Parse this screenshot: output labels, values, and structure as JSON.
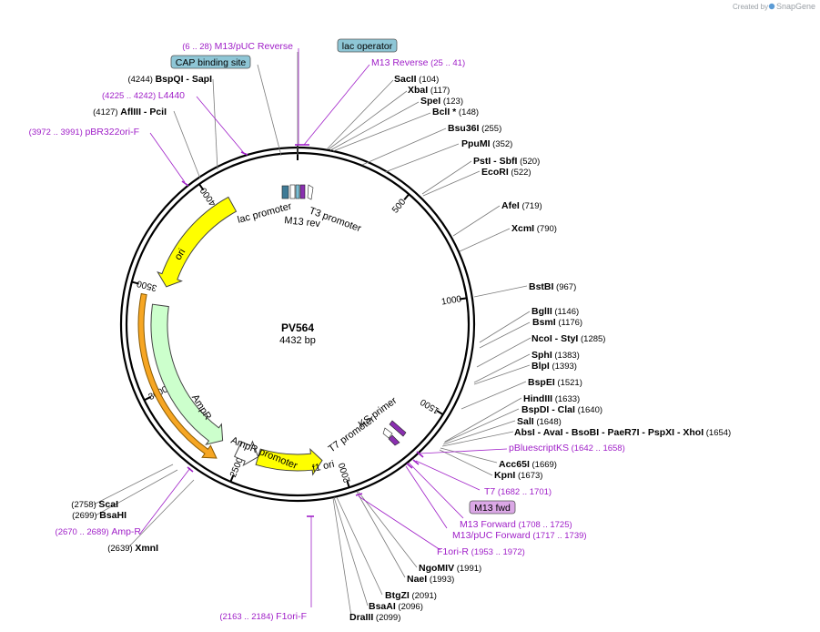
{
  "plasmid": {
    "name": "PV564",
    "length_label": "4432 bp",
    "length": 4432
  },
  "credit": {
    "text": "Created by",
    "brand": "SnapGene"
  },
  "ticks": [
    {
      "label": "500",
      "pos": 500
    },
    {
      "label": "1000",
      "pos": 1000
    },
    {
      "label": "1500",
      "pos": 1500
    },
    {
      "label": "2000",
      "pos": 2000
    },
    {
      "label": "2500",
      "pos": 2500
    },
    {
      "label": "3000",
      "pos": 3000
    },
    {
      "label": "3500",
      "pos": 3500
    },
    {
      "label": "4000",
      "pos": 4000
    }
  ],
  "features": [
    {
      "name": "ori",
      "start": 3520,
      "end": 4080,
      "color": "#ffff00",
      "direction": "reverse",
      "label": "ori"
    },
    {
      "name": "AmpR",
      "start": 2620,
      "end": 3420,
      "color": "#ccffcc",
      "direction": "reverse",
      "label": "AmpR"
    },
    {
      "name": "AmpR promoter",
      "start": 2420,
      "end": 2530,
      "color": "#ffffff",
      "direction": "reverse",
      "label": "AmpR promoter"
    },
    {
      "name": "f1 ori",
      "start": 2090,
      "end": 2420,
      "color": "#ffff00",
      "direction": "reverse",
      "label": "f1 ori"
    },
    {
      "name": "lac promoter",
      "start": 4380,
      "end": 4410,
      "color": "#ffffff",
      "direction": "forward",
      "label": "lac promoter"
    },
    {
      "name": "M13 rev",
      "start": 4420,
      "end": 4431,
      "color": "#ffffff",
      "direction": "forward",
      "label": "M13 rev"
    },
    {
      "name": "T3 promoter",
      "start": 60,
      "end": 80,
      "color": "#ffffff",
      "direction": "forward",
      "label": "T3 promoter"
    },
    {
      "name": "KS primer",
      "start": 1700,
      "end": 1720,
      "color": "#ffffff",
      "direction": "forward",
      "label": "KS primer"
    },
    {
      "name": "T7 promoter",
      "start": 1680,
      "end": 1700,
      "color": "#ffffff",
      "direction": "forward",
      "label": "T7 promoter"
    }
  ],
  "ori_highlight": {
    "start": 2600,
    "end": 3460,
    "color": "#f6a623"
  },
  "site_labels": [
    {
      "name": "lac operator",
      "kind": "box",
      "color": "#8ec6d6"
    },
    {
      "name": "CAP binding site",
      "kind": "box",
      "color": "#8ec6d6"
    },
    {
      "name": "M13 fwd",
      "kind": "box",
      "color": "#dba8e6"
    }
  ],
  "enzymes_right": [
    {
      "name": "SacII",
      "pos": "(104)"
    },
    {
      "name": "XbaI",
      "pos": "(117)"
    },
    {
      "name": "SpeI",
      "pos": "(123)"
    },
    {
      "name": "BclI *",
      "pos": "(148)"
    },
    {
      "name": "Bsu36I",
      "pos": "(255)"
    },
    {
      "name": "PpuMI",
      "pos": "(352)"
    },
    {
      "name": "PstI",
      "sep": "- SbfI",
      "pos": "(520)"
    },
    {
      "name": "EcoRI",
      "pos": "(522)"
    },
    {
      "name": "AfeI",
      "pos": "(719)"
    },
    {
      "name": "XcmI",
      "pos": "(790)"
    },
    {
      "name": "BstBI",
      "pos": "(967)"
    },
    {
      "name": "BglII",
      "pos": "(1146)"
    },
    {
      "name": "BsmI",
      "pos": "(1176)"
    },
    {
      "name": "NcoI",
      "sep": "- StyI",
      "pos": "(1285)"
    },
    {
      "name": "SphI",
      "pos": "(1383)"
    },
    {
      "name": "BlpI",
      "pos": "(1393)"
    },
    {
      "name": "BspEI",
      "pos": "(1521)"
    },
    {
      "name": "HindIII",
      "pos": "(1633)"
    },
    {
      "name": "BspDI",
      "sep": "- ClaI",
      "pos": "(1640)"
    },
    {
      "name": "SalI",
      "pos": "(1648)"
    },
    {
      "name": "AbsI",
      "sep": "- AvaI - BsoBI - PaeR7I - PspXI - XhoI",
      "pos": "(1654)"
    },
    {
      "name": "Acc65I",
      "pos": "(1669)"
    },
    {
      "name": "KpnI",
      "pos": "(1673)"
    },
    {
      "name": "NgoMIV",
      "pos": "(1991)"
    },
    {
      "name": "NaeI",
      "pos": "(1993)"
    },
    {
      "name": "BtgZI",
      "pos": "(2091)"
    },
    {
      "name": "BsaAI",
      "pos": "(2096)"
    },
    {
      "name": "DraIII",
      "pos": "(2099)"
    }
  ],
  "enzymes_left": [
    {
      "name": "BspQI",
      "sep": "- SapI",
      "pos": "(4244)"
    },
    {
      "name": "AflIII",
      "sep": "- PciI",
      "pos": "(4127)"
    },
    {
      "name": "ScaI",
      "pos": "(2758)"
    },
    {
      "name": "BsaHI",
      "pos": "(2699)"
    },
    {
      "name": "XmnI",
      "pos": "(2639)"
    }
  ],
  "primers": [
    {
      "name": "M13/pUC Reverse",
      "range": "(6 .. 28)"
    },
    {
      "name": "M13 Reverse",
      "range": "(25 .. 41)"
    },
    {
      "name": "L4440",
      "range": "(4225 .. 4242)"
    },
    {
      "name": "pBR322ori-F",
      "range": "(3972 .. 3991)"
    },
    {
      "name": "pBluescriptKS",
      "range": "(1642 .. 1658)"
    },
    {
      "name": "T7",
      "range": "(1682 .. 1701)"
    },
    {
      "name": "M13 Forward",
      "range": "(1708 .. 1725)"
    },
    {
      "name": "M13/pUC Forward",
      "range": "(1717 .. 1739)"
    },
    {
      "name": "F1ori-R",
      "range": "(1953 .. 1972)"
    },
    {
      "name": "F1ori-F",
      "range": "(2163 .. 2184)"
    },
    {
      "name": "Amp-R",
      "range": "(2670 .. 2689)"
    }
  ]
}
